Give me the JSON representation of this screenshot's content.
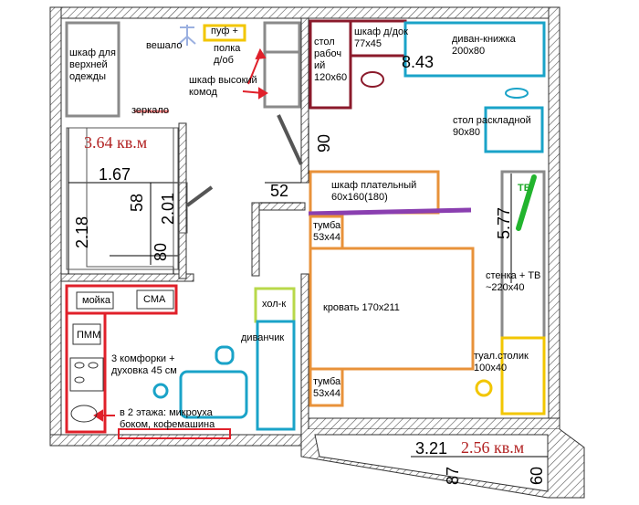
{
  "labels": {
    "wardrobe_outer": "шкаф для\nверхней\nодежды",
    "hanger": "вешало",
    "pouf_shelf_a": "пуф +",
    "pouf_shelf_b": "полка\nд/об",
    "tall_dresser": "шкаф высокий\nкомод",
    "desk": "стол\nрабоч\nий\n120x60",
    "doc_cabinet": "шкаф д/док\n77x45",
    "sofa_bed": "диван-книжка\n200x80",
    "mirror": "зеркало",
    "folding_table": "стол раскладной\n90x80",
    "closet": "шкаф плательный\n60x160(180)",
    "tv_mark": "ТВ",
    "nightstand_top": "тумба\n53x44",
    "nightstand_bottom": "тумба\n53x44",
    "bed": "кровать 170x211",
    "wall_tv": "стенка + ТВ\n~220x40",
    "dressing_table": "туал.столик\n100x40",
    "sink": "мойка",
    "washer": "СМА",
    "fridge": "хол-к",
    "dishwasher": "ПММ",
    "small_sofa": "диванчик",
    "stove": "3 комфорки +\nдуховка 45 см",
    "upper_tier": "в 2 этажа: микроуха\nбоком, кофемашина"
  },
  "dimensions": {
    "bedroom_area": "8.43",
    "bath_area": "3.64 кв.м",
    "balcony_area": "2.56 кв.м",
    "bath_w": "1.67",
    "bath_h": "2.18",
    "bath_58": "58",
    "bath_201": "2.01",
    "bath_80": "80",
    "corridor_90": "90",
    "corridor_52": "52",
    "bedroom_577": "5.77",
    "balcony_321": "3.21",
    "balcony_87": "87",
    "balcony_60": "60"
  },
  "colors": {
    "wall": "#9a9a9a",
    "hatch": "#555555",
    "dark_red": "#8b1a2b",
    "red": "#e0202a",
    "cyan": "#1aa3c8",
    "orange": "#e8923a",
    "gray": "#8a8a8a",
    "yellow": "#f2c600",
    "lime": "#b8d84a",
    "purple": "#8a3fb0",
    "green": "#22b42e",
    "pink": "#f08080"
  }
}
